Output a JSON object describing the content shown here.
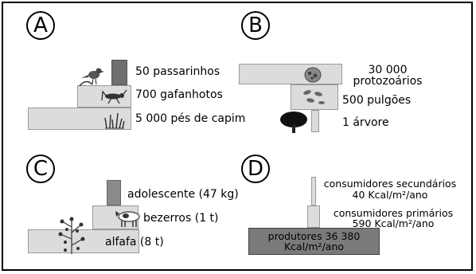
{
  "panels": {
    "a": {
      "letter": "A",
      "levels": [
        "50 passarinhos",
        "700 gafanhotos",
        "5 000 pés de capim"
      ]
    },
    "b": {
      "letter": "B",
      "levels": [
        "30 000",
        "protozoários",
        "500 pulgões",
        "1 árvore"
      ]
    },
    "c": {
      "letter": "C",
      "levels": [
        "adolescente (47 kg)",
        "bezerros (1 t)",
        "alfafa (8 t)"
      ]
    },
    "d": {
      "letter": "D",
      "secondary": [
        "consumidores secundários",
        "40 Kcal/m²/ano"
      ],
      "primary": [
        "consumidores primários",
        "590 Kcal/m²/ano"
      ],
      "producers": [
        "produtores 36 380",
        "Kcal/m²/ano"
      ]
    }
  },
  "icons": [
    "bird-icon",
    "grasshopper-icon",
    "grass-icon",
    "protozoa-icon",
    "aphids-icon",
    "tree-icon",
    "calf-icon",
    "alfalfa-plant-icon"
  ],
  "colors": {
    "block": "#dcdcdc",
    "dark_block": "#555555",
    "producers_block": "#7a7a7a"
  }
}
